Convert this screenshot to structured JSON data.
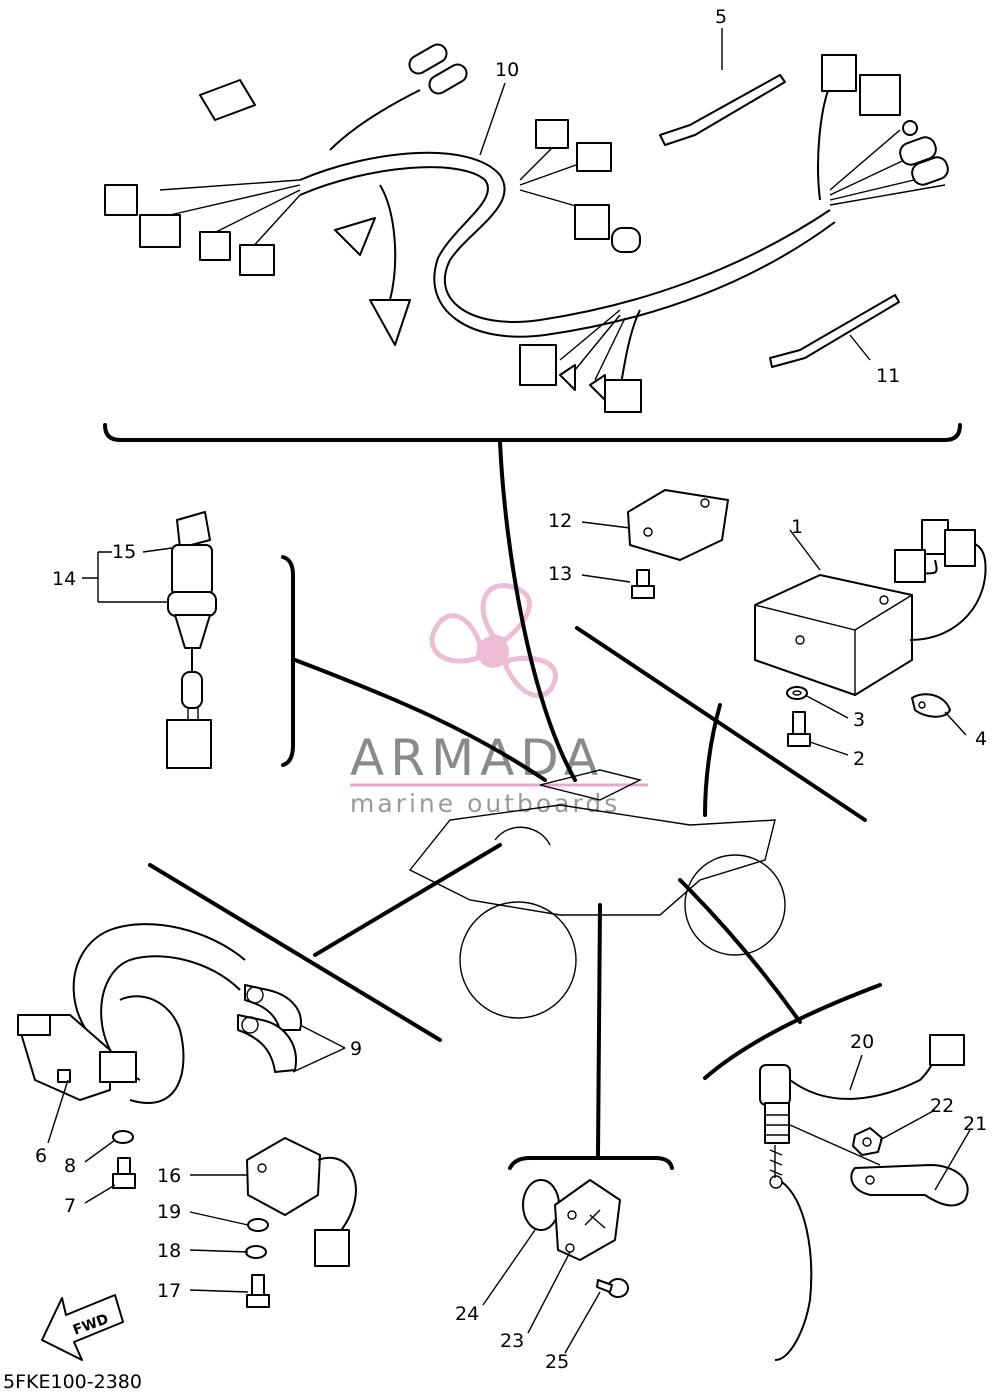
{
  "diagram": {
    "callouts": {
      "c1": "1",
      "c2": "2",
      "c3": "3",
      "c4": "4",
      "c5": "5",
      "c6": "6",
      "c7": "7",
      "c8": "8",
      "c9": "9",
      "c10": "10",
      "c11": "11",
      "c12": "12",
      "c13": "13",
      "c14": "14",
      "c15": "15",
      "c16": "16",
      "c17": "17",
      "c18": "18",
      "c19": "19",
      "c20": "20",
      "c21": "21",
      "c22": "22",
      "c23": "23",
      "c24": "24",
      "c25": "25"
    },
    "drawing_code": "5FKE100-2380",
    "fwd_label": "FWD"
  },
  "watermark": {
    "brand": "ARMADA",
    "tagline": "marine outboards",
    "logo_color": "#e8a8c8",
    "text_color": "#8a8a8a"
  }
}
